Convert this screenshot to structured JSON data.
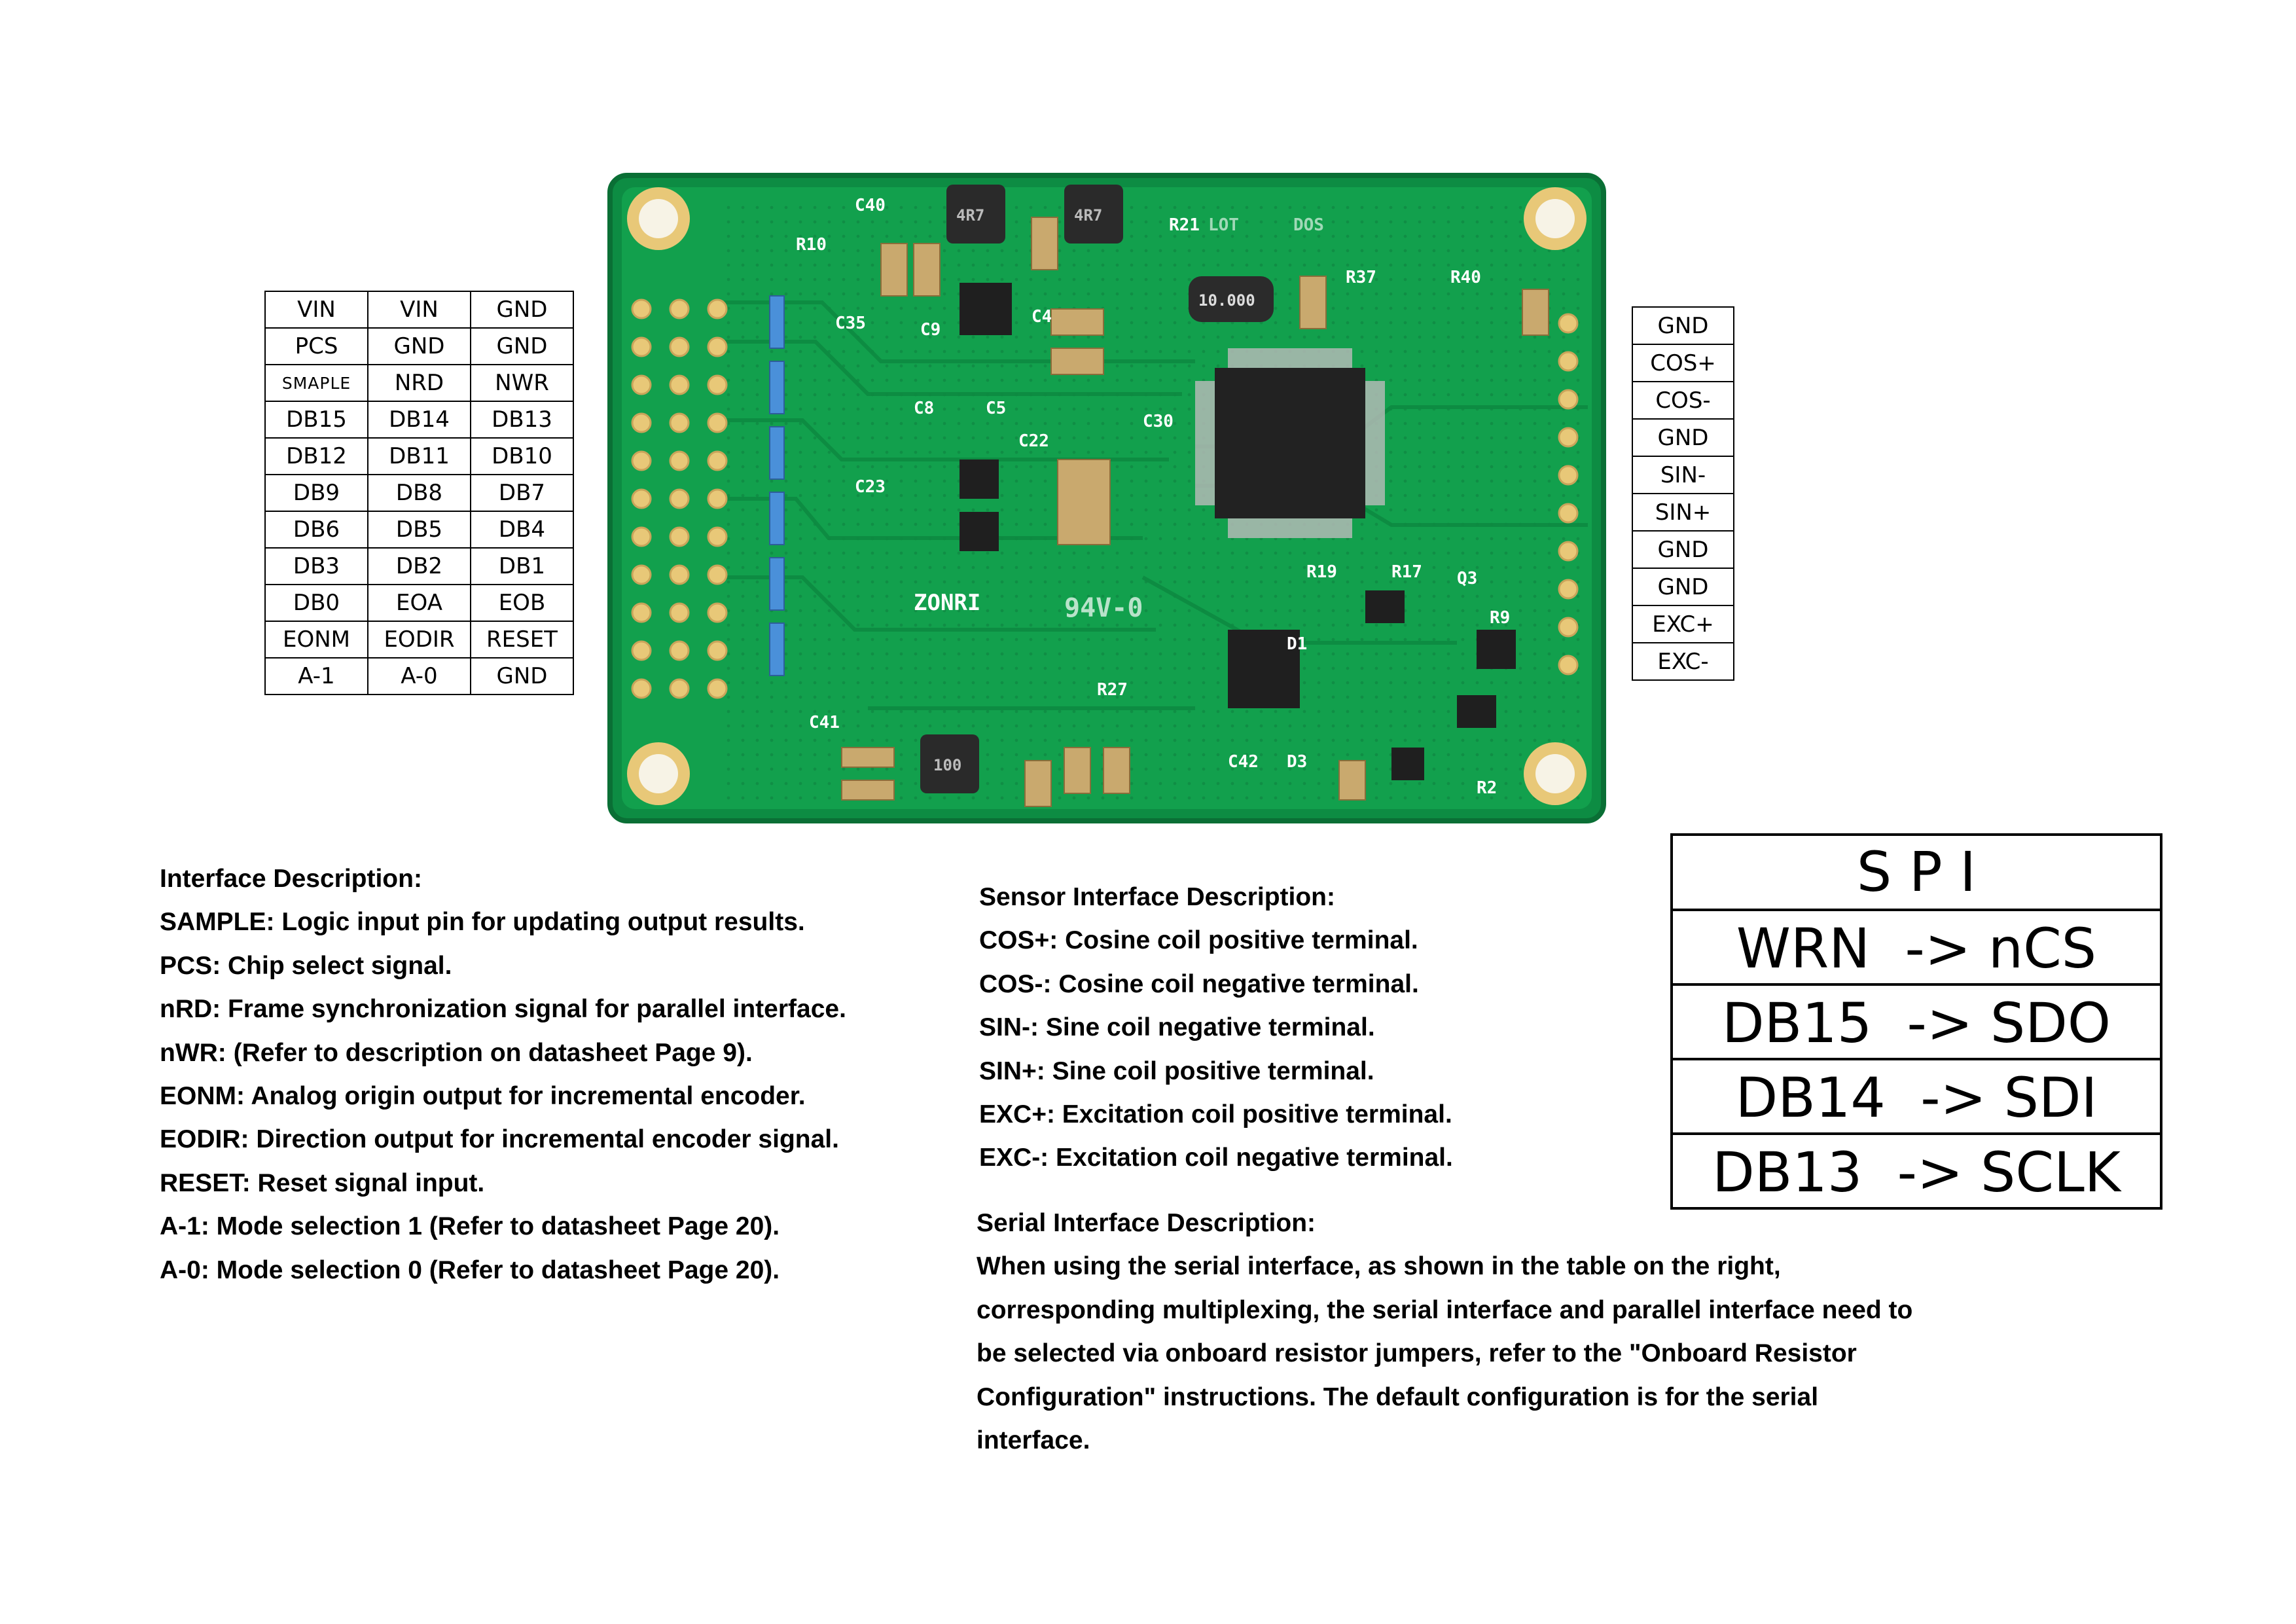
{
  "left_pin_table": [
    [
      "VIN",
      "VIN",
      "GND"
    ],
    [
      "PCS",
      "GND",
      "GND"
    ],
    [
      "SMAPLE",
      "NRD",
      "NWR"
    ],
    [
      "DB15",
      "DB14",
      "DB13"
    ],
    [
      "DB12",
      "DB11",
      "DB10"
    ],
    [
      "DB9",
      "DB8",
      "DB7"
    ],
    [
      "DB6",
      "DB5",
      "DB4"
    ],
    [
      "DB3",
      "DB2",
      "DB1"
    ],
    [
      "DB0",
      "EOA",
      "EOB"
    ],
    [
      "EONM",
      "EODIR",
      "RESET"
    ],
    [
      "A-1",
      "A-0",
      "GND"
    ]
  ],
  "right_pin_table": [
    "GND",
    "COS+",
    "COS-",
    "GND",
    "SIN-",
    "SIN+",
    "GND",
    "GND",
    "EXC+",
    "EXC-"
  ],
  "board": {
    "silkscreen": {
      "c40": "C40",
      "r10": "R10",
      "c35": "C35",
      "c9": "C9",
      "c4": "C4",
      "c8": "C8",
      "c5": "C5",
      "r21": "R21",
      "lot": "LOT",
      "dos": "DOS",
      "r37": "R37",
      "r40": "R40",
      "c22": "C22",
      "c30": "C30",
      "c23": "C23",
      "r19": "R19",
      "r17": "R17",
      "q3": "Q3",
      "r9": "R9",
      "brand": "ZONRI",
      "v0": "94V-0",
      "d1": "D1",
      "r27": "R27",
      "c41": "C41",
      "c42": "C42",
      "d3": "D3",
      "r2": "R2",
      "ind1": "4R7",
      "ind2": "4R7",
      "ind3": "100",
      "crystal": "10.000"
    }
  },
  "interface_description": {
    "title": "Interface Description:",
    "lines": [
      "SAMPLE: Logic input pin for updating output results.",
      "PCS: Chip select signal.",
      "nRD: Frame synchronization signal for parallel interface.",
      "nWR: (Refer to description on datasheet Page 9).",
      "EONM: Analog origin output for incremental encoder.",
      "EODIR: Direction output for incremental encoder signal.",
      "RESET: Reset signal input.",
      "A-1: Mode selection 1 (Refer to datasheet Page 20).",
      "A-0: Mode selection 0 (Refer to datasheet Page 20)."
    ]
  },
  "sensor_description": {
    "title": "Sensor Interface Description:",
    "lines": [
      "COS+: Cosine coil positive terminal.",
      "COS-: Cosine coil negative terminal.",
      "SIN-: Sine coil negative terminal.",
      "SIN+: Sine coil positive terminal.",
      "EXC+: Excitation coil positive terminal.",
      "EXC-: Excitation coil negative terminal."
    ]
  },
  "serial_description": {
    "title": "Serial Interface Description:",
    "lines": [
      "When using the serial interface, as shown in the table on the right,",
      "corresponding multiplexing, the serial interface and parallel interface need to",
      "be selected via onboard resistor jumpers, refer to the \"Onboard Resistor",
      "Configuration\" instructions. The default configuration is for the serial",
      "interface."
    ]
  },
  "spi_table": {
    "header": "S P I",
    "rows": [
      "WRN  -> nCS",
      "DB15  -> SDO",
      "DB14  -> SDI",
      "DB13  -> SCLK"
    ]
  },
  "colors": {
    "board_green": "#0f9a4a",
    "board_dark": "#0a7a3a",
    "pad_gold": "#e8c878",
    "silk": "#ffffff"
  }
}
